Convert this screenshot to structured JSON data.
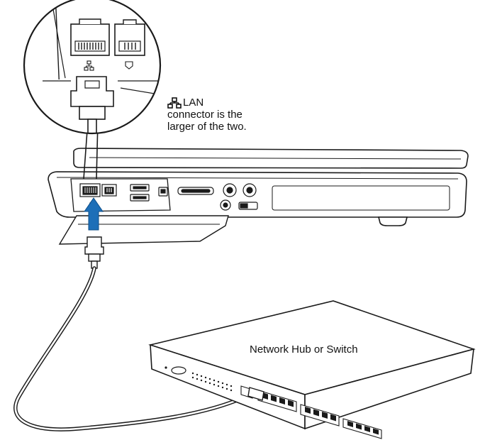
{
  "callout": {
    "lan_label": "LAN",
    "line2": "connector is the",
    "line3": "larger of the two."
  },
  "hub": {
    "label": "Network Hub or Switch"
  },
  "colors": {
    "arrow": "#1d6fb8",
    "line": "#1a1a1a"
  },
  "icons": {
    "lan": "network-lan-icon",
    "modem": "phone-modem-icon"
  }
}
